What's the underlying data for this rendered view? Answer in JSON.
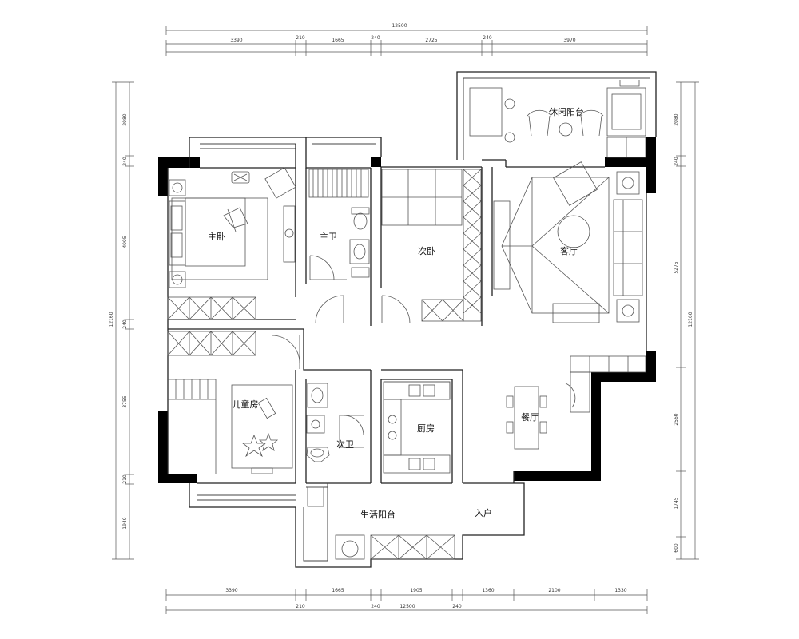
{
  "rooms": {
    "master_bedroom": "主卧",
    "master_bath": "主卫",
    "second_bedroom": "次卧",
    "living_room": "客厅",
    "leisure_balcony": "休闲阳台",
    "kids_room": "儿童房",
    "second_bath": "次卫",
    "kitchen": "厨房",
    "dining_room": "餐厅",
    "service_balcony": "生活阳台",
    "entrance": "入户"
  },
  "dimensions": {
    "top_total": "12500",
    "top": [
      "3390",
      "210",
      "1665",
      "240",
      "2725",
      "240",
      "3970"
    ],
    "bottom": [
      "3390",
      "1665",
      "1905",
      "1360",
      "2100",
      "1330"
    ],
    "bottom_sub": [
      "210",
      "240",
      "240"
    ],
    "bottom_total": "12500",
    "left": [
      "2080",
      "240",
      "4005",
      "240",
      "3755",
      "210",
      "1940"
    ],
    "left_total": "12160",
    "right": [
      "2080",
      "240",
      "5275",
      "2560",
      "1745",
      "600"
    ],
    "right_total": "12160"
  }
}
